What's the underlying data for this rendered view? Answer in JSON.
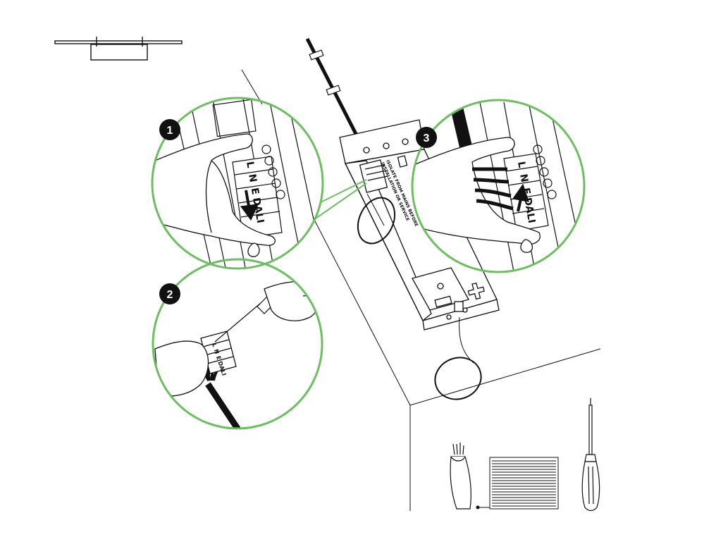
{
  "diagram": {
    "accent_color": "#6cbf5f",
    "line_color": "#111111",
    "steps": [
      {
        "number": "1"
      },
      {
        "number": "2"
      },
      {
        "number": "3"
      }
    ],
    "terminals": {
      "step1": [
        "L",
        "N",
        "E",
        "DALI"
      ],
      "step3": [
        "L",
        "N",
        "E",
        "DALI"
      ],
      "step2": [
        "L",
        "N",
        "E",
        "DALI"
      ]
    },
    "driver_label": {
      "line1": "ISOLATE FROM MAINS BEFORE",
      "line2": "INSTALLATION OR SERVICE"
    },
    "icons": [
      "luminaire-side-view-icon",
      "cable-icon",
      "ruler-icon",
      "screwdriver-icon",
      "hand-icon",
      "arrow-down-icon",
      "arrow-up-icon"
    ]
  }
}
